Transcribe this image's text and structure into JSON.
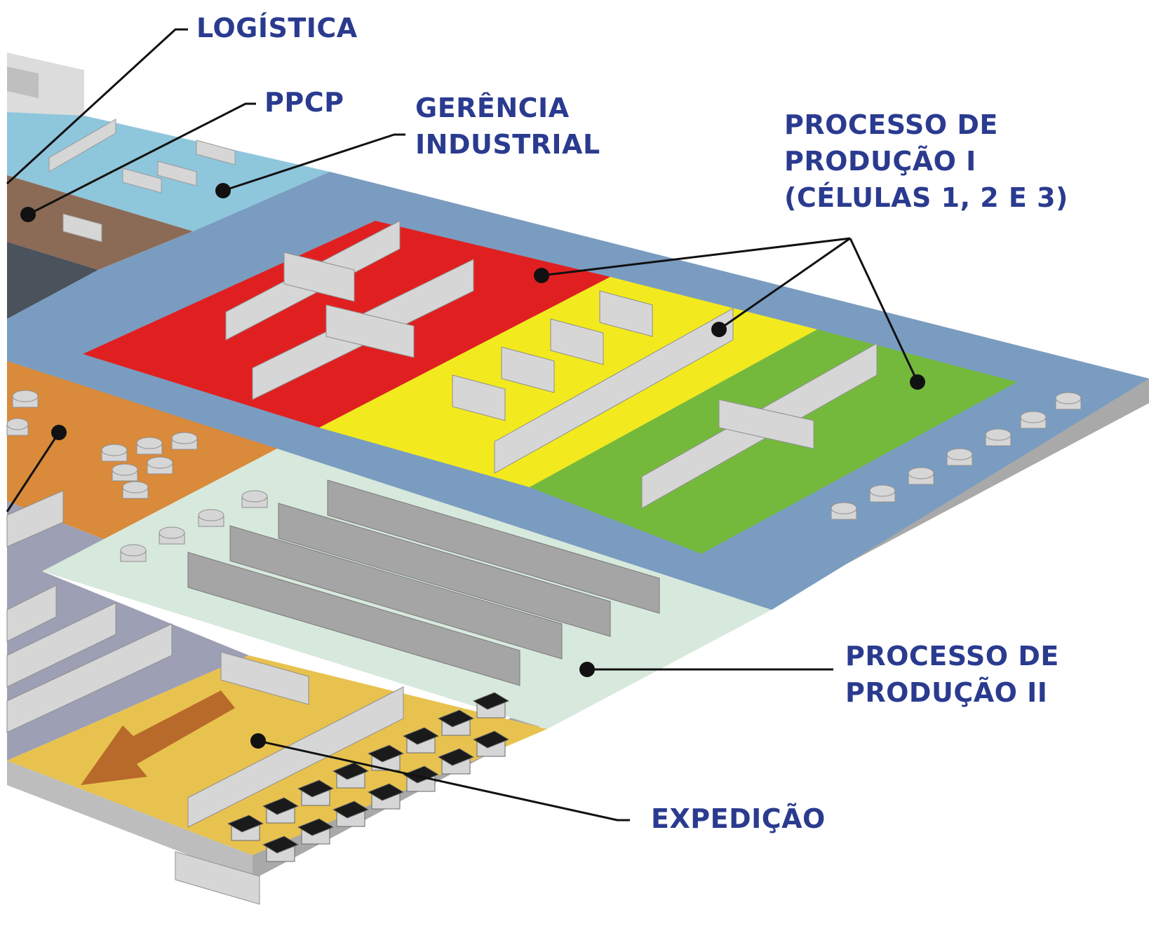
{
  "labels": {
    "logistica": "LOGÍSTICA",
    "ppcp": "PPCP",
    "gerencia_line1": "GERÊNCIA",
    "gerencia_line2": "INDUSTRIAL",
    "producao1_line1": "PROCESSO DE",
    "producao1_line2": "PRODUÇÃO I",
    "producao1_line3": "(CÉLULAS 1, 2 E 3)",
    "producao2_line1": "PROCESSO DE",
    "producao2_line2": "PRODUÇÃO II",
    "expedicao": "EXPEDIÇÃO"
  },
  "colors": {
    "label_text": "#2a3b8f",
    "leader_line": "#111111",
    "platform_side": "#bdbdbd",
    "platform_base": "#7a9cc0",
    "logistica_zone": "#dcdcdc",
    "gerencia_zone": "#8ec6dc",
    "ppcp_zone": "#8b6a56",
    "dark_zone": "#4a525c",
    "cell_1": "#e02020",
    "cell_2": "#f2ea1e",
    "cell_3": "#74b93c",
    "orange_zone": "#d98a3a",
    "lilac_zone": "#9d9fb4",
    "producao2_zone": "#d7e8dc",
    "expedicao_zone": "#e8c24e",
    "arrow": "#b86a2a",
    "machines": "#d6d6d6"
  }
}
